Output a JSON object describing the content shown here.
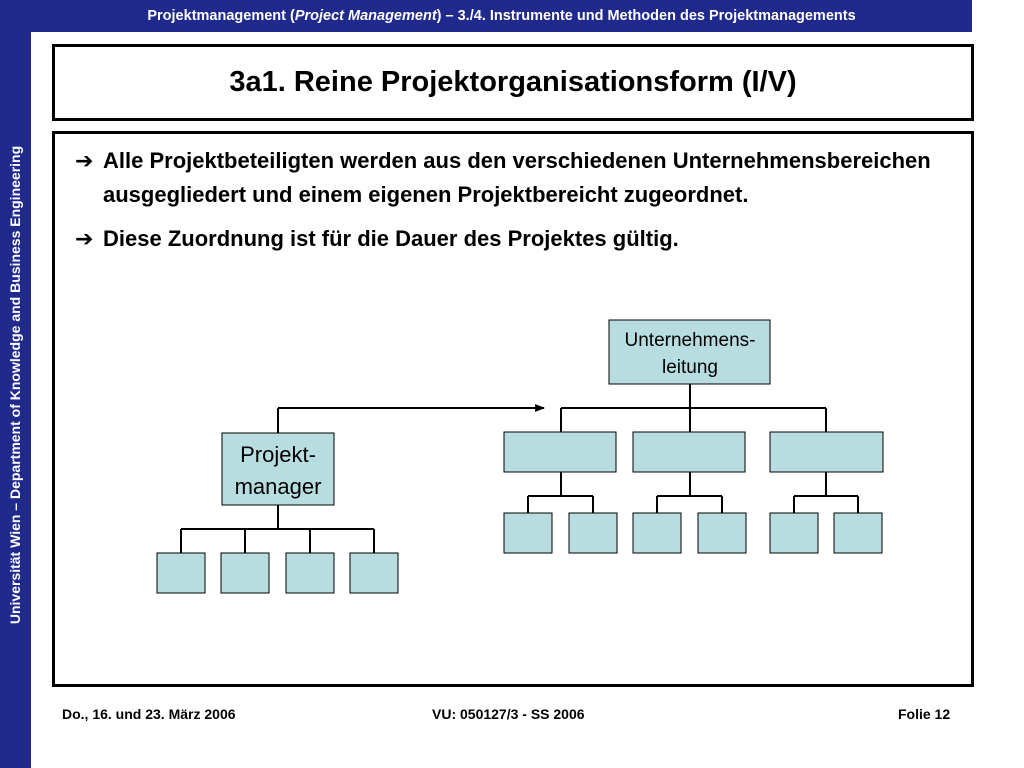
{
  "header": {
    "prefix": "Projektmanagement (",
    "italic": "Project Management",
    "suffix": ") – 3./4. Instrumente und Methoden des Projektmanagements"
  },
  "sidebar": {
    "text": "Universität Wien – Department of Knowledge and Business Engineering"
  },
  "slide": {
    "title": "3a1. Reine Projektorganisationsform (I/V)",
    "bullets": [
      {
        "icon": "arrow-right-icon",
        "text": "Alle Projektbeteiligten werden aus den verschiedenen Unternehmensbereichen ausgegliedert und einem eigenen Projektbereicht zugeordnet."
      },
      {
        "icon": "arrow-right-icon",
        "text": "Diese Zuordnung ist für die Dauer des Projektes gültig."
      }
    ]
  },
  "org_chart": {
    "top_node": {
      "line1": "Unternehmens-",
      "line2": "leitung"
    },
    "pm_node": {
      "line1": "Projekt-",
      "line2": "manager"
    }
  },
  "footer": {
    "date": "Do., 16. und 23. März 2006",
    "course": "VU: 050127/3 - SS 2006",
    "slide": "Folie 12"
  },
  "colors": {
    "brand_blue": "#1f2a8c",
    "box_fill": "#b8dde0"
  }
}
